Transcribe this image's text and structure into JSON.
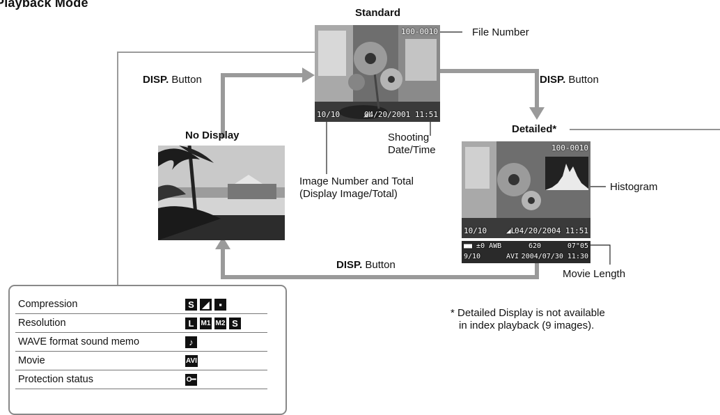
{
  "title": "Playback Mode",
  "modes": {
    "standard": "Standard",
    "no_display": "No Display",
    "detailed": "Detailed*"
  },
  "standard_screen": {
    "file_number": "100-0010",
    "image_count": "10/10",
    "quality": "◢L",
    "datetime": "04/20/2001 11:51"
  },
  "detailed_screen": {
    "file_number": "100-0010",
    "image_count": "10/10",
    "quality": "◢L",
    "datetime": "04/20/2004 11:51"
  },
  "movie_strip": {
    "row1_left": "■■ ±0  AWB",
    "row1_mid": "620",
    "row1_right": "07\"05",
    "row2_left": "9/10",
    "row2_mid": "AVI",
    "row2_right": "2004/07/30 11:30"
  },
  "callouts": {
    "file_number": "File Number",
    "shooting_line1": "Shooting",
    "shooting_line2": "Date/Time",
    "image_number_line1": "Image Number and Total",
    "image_number_line2": "(Display Image/Total)",
    "histogram": "Histogram",
    "movie_length": "Movie Length"
  },
  "disp_button": {
    "bold": "DISP.",
    "text": " Button"
  },
  "note": {
    "line1": "* Detailed Display is not available",
    "line2": "in index playback (9 images)."
  },
  "legend": {
    "rows": [
      {
        "label": "Compression",
        "icons": [
          "S",
          "◢",
          "▪"
        ]
      },
      {
        "label": "Resolution",
        "icons": [
          "L",
          "M1",
          "M2",
          "S"
        ]
      },
      {
        "label": "WAVE format sound memo",
        "icons": [
          "♪"
        ]
      },
      {
        "label": "Movie",
        "icons": [
          "AVI"
        ]
      },
      {
        "label": "Protection status",
        "icons": [
          "O━"
        ]
      }
    ]
  },
  "colors": {
    "arrow_gray": "#9a9a9a",
    "line_gray": "#9a9a9a",
    "screen_dark": "#3c3c3c"
  }
}
